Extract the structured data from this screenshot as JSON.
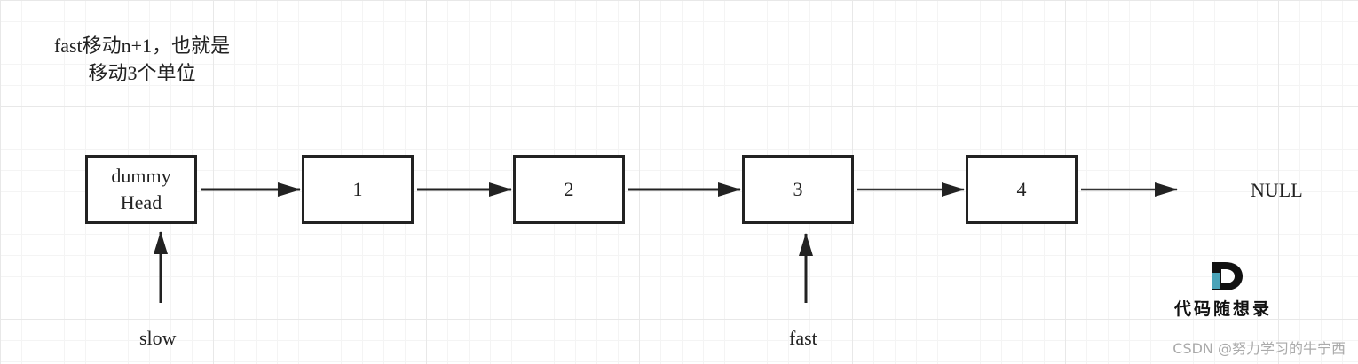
{
  "note": {
    "line1": "fast移动n+1，也就是",
    "line2": "移动3个单位"
  },
  "nodes": {
    "dummy_line1": "dummy",
    "dummy_line2": "Head",
    "n1": "1",
    "n2": "2",
    "n3": "3",
    "n4": "4"
  },
  "null_label": "NULL",
  "pointers": {
    "slow": "slow",
    "fast": "fast"
  },
  "logo": {
    "text": "代码随想录",
    "icon": "letter-d-logo-icon",
    "accent_color": "#4aa3b8"
  },
  "watermark": "CSDN @努力学习的牛宁西"
}
